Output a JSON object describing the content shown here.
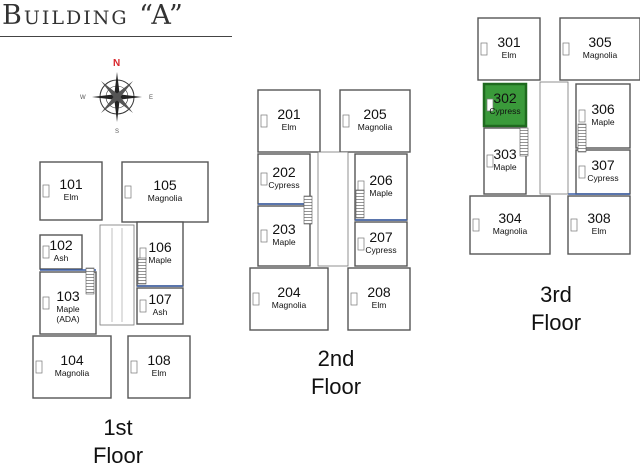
{
  "title": "Building “A”",
  "compass": {
    "north": "N",
    "south": "S",
    "east": "E",
    "west": "W"
  },
  "floors": [
    {
      "line1": "1st",
      "line2": "Floor"
    },
    {
      "line1": "2nd",
      "line2": "Floor"
    },
    {
      "line1": "3rd",
      "line2": "Floor"
    }
  ],
  "units": {
    "u101": {
      "number": "101",
      "name": "Elm"
    },
    "u102": {
      "number": "102",
      "name": "Ash"
    },
    "u103": {
      "number": "103",
      "name": "Maple",
      "note": "(ADA)"
    },
    "u104": {
      "number": "104",
      "name": "Magnolia"
    },
    "u105": {
      "number": "105",
      "name": "Magnolia"
    },
    "u106": {
      "number": "106",
      "name": "Maple"
    },
    "u107": {
      "number": "107",
      "name": "Ash"
    },
    "u108": {
      "number": "108",
      "name": "Elm"
    },
    "u201": {
      "number": "201",
      "name": "Elm"
    },
    "u202": {
      "number": "202",
      "name": "Cypress"
    },
    "u203": {
      "number": "203",
      "name": "Maple"
    },
    "u204": {
      "number": "204",
      "name": "Magnolia"
    },
    "u205": {
      "number": "205",
      "name": "Magnolia"
    },
    "u206": {
      "number": "206",
      "name": "Maple"
    },
    "u207": {
      "number": "207",
      "name": "Cypress"
    },
    "u208": {
      "number": "208",
      "name": "Elm"
    },
    "u301": {
      "number": "301",
      "name": "Elm"
    },
    "u302": {
      "number": "302",
      "name": "Cypress"
    },
    "u303": {
      "number": "303",
      "name": "Maple"
    },
    "u304": {
      "number": "304",
      "name": "Magnolia"
    },
    "u305": {
      "number": "305",
      "name": "Magnolia"
    },
    "u306": {
      "number": "306",
      "name": "Maple"
    },
    "u307": {
      "number": "307",
      "name": "Cypress"
    },
    "u308": {
      "number": "308",
      "name": "Elm"
    }
  },
  "highlight": {
    "unit": "302",
    "fill": "#3a9a3a",
    "stroke": "#1f6a1f"
  },
  "colors": {
    "wall": "#555555",
    "accent_wall": "#3b5ea8",
    "compass_north": "#d9262c"
  }
}
